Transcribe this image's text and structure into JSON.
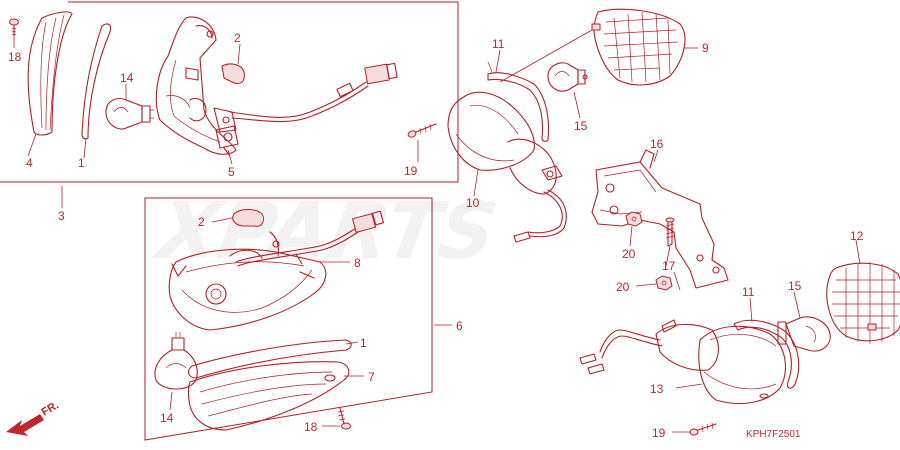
{
  "diagram": {
    "watermark": "XPARTS",
    "drawing_code": "KPH7F2501",
    "front_arrow_label": "FR.",
    "callouts": {
      "c1a": "1",
      "c1b": "1",
      "c2a": "2",
      "c2b": "2",
      "c3": "3",
      "c4": "4",
      "c5": "5",
      "c6": "6",
      "c7": "7",
      "c8": "8",
      "c9": "9",
      "c10": "10",
      "c11a": "11",
      "c11b": "11",
      "c12": "12",
      "c13": "13",
      "c14a": "14",
      "c14b": "14",
      "c15a": "15",
      "c15b": "15",
      "c16": "16",
      "c17": "17",
      "c18a": "18",
      "c18b": "18",
      "c19a": "19",
      "c19b": "19",
      "c20a": "20",
      "c20b": "20"
    },
    "colors": {
      "line": "#b31f24",
      "text": "#c0262b",
      "watermark": "#e9e9e9"
    }
  }
}
